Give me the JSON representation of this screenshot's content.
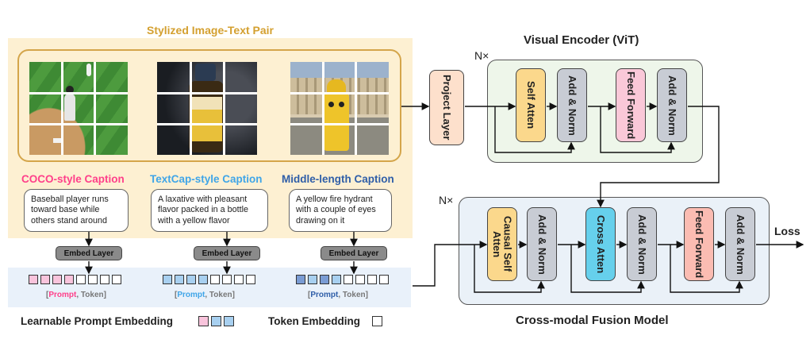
{
  "pair_title": "Stylized Image-Text Pair",
  "captions": [
    {
      "style": "COCO-style Caption",
      "text": "Baseball player runs toward base while others stand around",
      "color": "#ff3f8a"
    },
    {
      "style": "TextCap-style Caption",
      "text": "A laxative with pleasant flavor packed in a bottle with a yellow flavor",
      "color": "#3fa5e8"
    },
    {
      "style": "Middle-length Caption",
      "text": "A yellow fire hydrant with a couple of eyes drawing on it",
      "color": "#2f5ea8"
    }
  ],
  "embed_layer": "Embed Layer",
  "token_label": {
    "open": "[",
    "prompt": "Prompt",
    "sep": ", ",
    "token": "Token",
    "close": "]"
  },
  "legend": {
    "prompt": "Learnable Prompt Embedding",
    "token": "Token Embedding"
  },
  "project_layer": "Project Layer",
  "visual_encoder": {
    "title": "Visual Encoder (ViT)",
    "repeat": "N×",
    "blocks": [
      "Self Atten",
      "Add & Norm",
      "Feed Forward",
      "Add & Norm"
    ]
  },
  "fusion_model": {
    "title": "Cross-modal Fusion Model",
    "repeat": "N×",
    "blocks": [
      "Causal Self Atten",
      "Add & Norm",
      "Cross Atten",
      "Add & Norm",
      "Feed Forward",
      "Add & Norm"
    ]
  },
  "output": "Loss",
  "colors": {
    "pair_bg": "#fdf0d2",
    "pair_border": "#d4a54a",
    "title": "#d4a030",
    "token_bg": "#e9f1fa",
    "encoder_bg": "#eef6ea",
    "fusion_bg": "#eaf1f8",
    "self_atten": "#fbd88c",
    "add_norm": "#c8ccd4",
    "feed_forward": "#fac8d8",
    "cross_atten": "#66d0ec",
    "fusion_ff": "#fbbcb2",
    "project": "#fde0cc",
    "prompt_pink": "#f9c4dc",
    "prompt_blue": "#a8d0f0",
    "prompt_navy": "#7a9cd4"
  }
}
